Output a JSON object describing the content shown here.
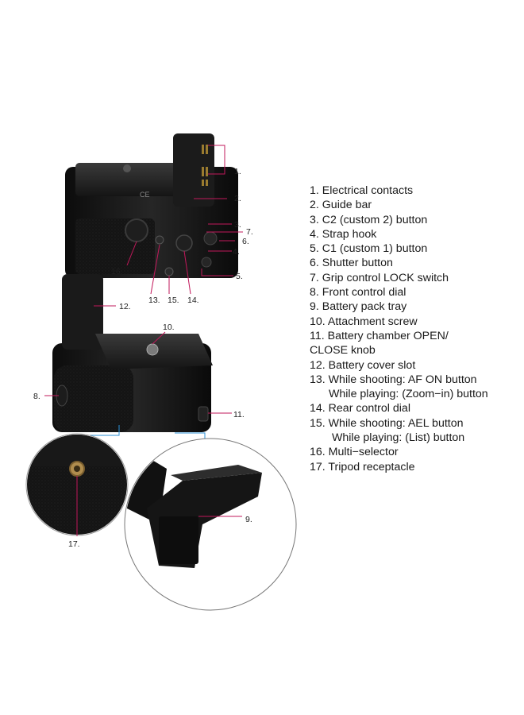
{
  "legend": {
    "items": [
      {
        "text": "1. Electrical contacts"
      },
      {
        "text": "2. Guide bar"
      },
      {
        "text": "3. C2 (custom 2) button"
      },
      {
        "text": "4. Strap hook"
      },
      {
        "text": "5. C1 (custom 1) button"
      },
      {
        "text": "6. Shutter button"
      },
      {
        "text": "7. Grip control LOCK switch"
      },
      {
        "text": "8. Front control dial"
      },
      {
        "text": "9. Battery pack tray"
      },
      {
        "text": "10. Attachment screw"
      },
      {
        "text": "11. Battery chamber OPEN/",
        "text2": "CLOSE knob"
      },
      {
        "text": "12. Battery cover slot"
      },
      {
        "text": "13. While shooting: AF ON button",
        "text2": "While playing: (Zoom−in) button"
      },
      {
        "text": "14. Rear control dial"
      },
      {
        "text": "15. While shooting: AEL button",
        "text2": "While playing: (List) button"
      },
      {
        "text": "16. Multi−selector"
      },
      {
        "text": "17. Tripod receptacle"
      }
    ]
  },
  "callouts": {
    "c1": "1.",
    "c2": "2.",
    "c3": "3.",
    "c4": "4.",
    "c5": "5.",
    "c6": "6.",
    "c7": "7.",
    "c8": "8.",
    "c9": "9.",
    "c10": "10.",
    "c11": "11.",
    "c12": "12.",
    "c13": "13.",
    "c14": "14.",
    "c15": "15.",
    "c16": "16.",
    "c17": "17."
  },
  "product_marking": "CE",
  "colors": {
    "grip_body": "#111111",
    "grip_highlight": "#2c2c2c",
    "leader_line": "#c2185b",
    "zoom_connector": "#2a8fd6",
    "text": "#1a1a1a"
  }
}
